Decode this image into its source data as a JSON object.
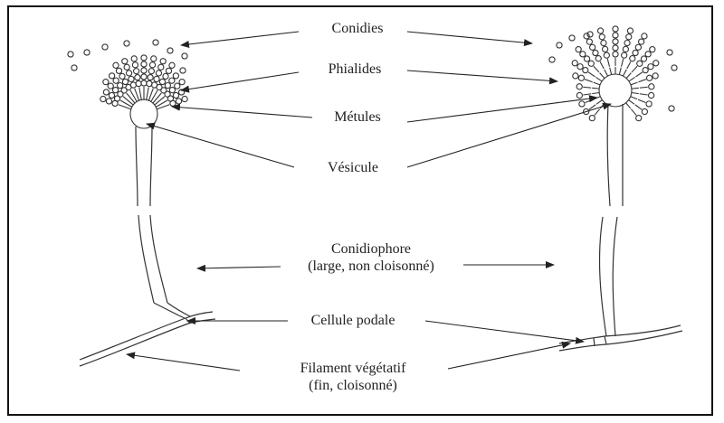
{
  "labels": {
    "conidies": "Conidies",
    "phialides": "Phialides",
    "metules": "Métules",
    "vesicule": "Vésicule",
    "conidiophore_1": "Conidiophore",
    "conidiophore_2": "(large, non cloisonné)",
    "cellule_podale": "Cellule podale",
    "filament_1": "Filament végétatif",
    "filament_2": "(fin, cloisonné)"
  },
  "colors": {
    "ink": "#333333",
    "border": "#111111",
    "background": "#ffffff"
  }
}
